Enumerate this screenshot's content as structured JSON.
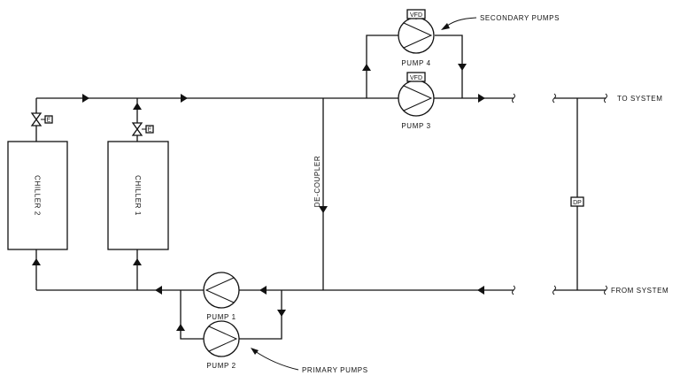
{
  "labels": {
    "secondary_pumps": "SECONDARY PUMPS",
    "primary_pumps": "PRIMARY PUMPS",
    "to_system": "TO SYSTEM",
    "from_system": "FROM SYSTEM",
    "de_coupler": "DE-COUPLER",
    "dp": "DP"
  },
  "chillers": [
    {
      "name": "CHILLER 2"
    },
    {
      "name": "CHILLER 1"
    }
  ],
  "pumps": {
    "pump1": "PUMP 1",
    "pump2": "PUMP 2",
    "pump3": "PUMP 3",
    "pump4": "PUMP 4",
    "vfd": "VFD"
  },
  "valve_tag": "E"
}
